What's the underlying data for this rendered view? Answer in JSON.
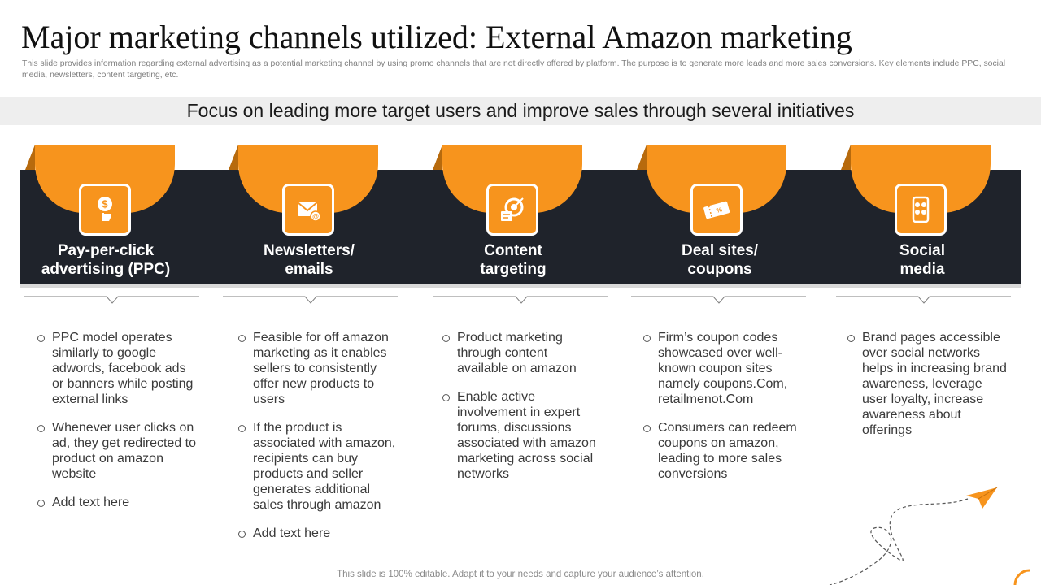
{
  "title": "Major marketing channels utilized: External Amazon marketing",
  "subtitle": "This slide provides information regarding external advertising as a potential marketing channel by using promo channels that are not directly offered by platform. The purpose is to generate more leads and more sales conversions. Key elements include PPC, social media, newsletters, content targeting, etc.",
  "banner": "Focus on leading more target users and improve sales through several initiatives",
  "columns": [
    {
      "icon": "dollar-hand-icon",
      "heading_line1": "Pay-per-click",
      "heading_line2": "advertising (PPC)",
      "bullets": [
        "PPC model operates similarly to google adwords, facebook ads or banners while posting external links",
        "Whenever user clicks on ad, they get redirected to product on amazon website",
        "Add text here"
      ]
    },
    {
      "icon": "email-icon",
      "heading_line1": "Newsletters/",
      "heading_line2": "emails",
      "bullets": [
        "Feasible for off amazon marketing as it enables sellers to consistently offer new products to users",
        "If the product is associated with amazon, recipients can buy products and seller generates additional sales through amazon",
        "Add text here"
      ]
    },
    {
      "icon": "target-icon",
      "heading_line1": "Content",
      "heading_line2": "targeting",
      "bullets": [
        "Product marketing through content available on amazon",
        "Enable active involvement in expert forums, discussions associated with amazon marketing across social networks"
      ]
    },
    {
      "icon": "coupon-icon",
      "heading_line1": "Deal sites/",
      "heading_line2": "coupons",
      "bullets": [
        "Firm’s coupon codes showcased over well-known coupon sites namely coupons.Com, retailmenot.Com",
        "Consumers can redeem coupons on amazon, leading to more sales conversions"
      ]
    },
    {
      "icon": "social-media-phone-icon",
      "heading_line1": "Social",
      "heading_line2": "media",
      "bullets": [
        "Brand pages accessible over social networks helps in increasing brand awareness, leverage user loyalty, increase awareness about offerings"
      ]
    }
  ],
  "footer": "This slide is 100% editable. Adapt it to your needs and capture your audience’s attention.",
  "colors": {
    "accent": "#f7941d",
    "dark": "#1f232b",
    "banner_bg": "#eeeeee"
  }
}
